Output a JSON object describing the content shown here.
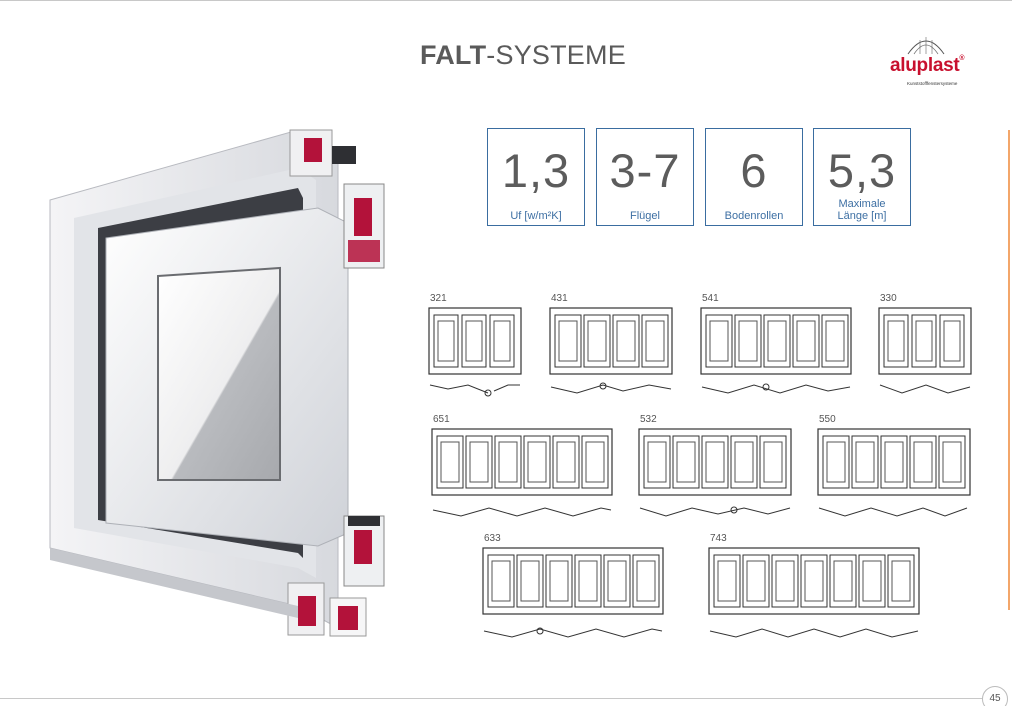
{
  "title": {
    "bold": "FALT",
    "rest": "-SYSTEME"
  },
  "logo": {
    "name": "aluplast",
    "registered": "®",
    "tagline": "Kunststofffenstersysteme"
  },
  "stats": [
    {
      "value": "1,3",
      "label": "Uf [w/m²K]"
    },
    {
      "value": "3-7",
      "label": "Flügel"
    },
    {
      "value": "6",
      "label": "Bodenrollen"
    },
    {
      "value": "5,3",
      "label": "Maximale Länge [m]"
    }
  ],
  "diagrams": [
    {
      "code": "321",
      "panels": 3
    },
    {
      "code": "431",
      "panels": 4
    },
    {
      "code": "541",
      "panels": 5
    },
    {
      "code": "330",
      "panels": 3
    },
    {
      "code": "651",
      "panels": 6
    },
    {
      "code": "532",
      "panels": 5
    },
    {
      "code": "550",
      "panels": 5
    },
    {
      "code": "633",
      "panels": 6
    },
    {
      "code": "743",
      "panels": 7
    }
  ],
  "photo": {
    "icon": "window-profile-photo"
  },
  "page_number": "45"
}
